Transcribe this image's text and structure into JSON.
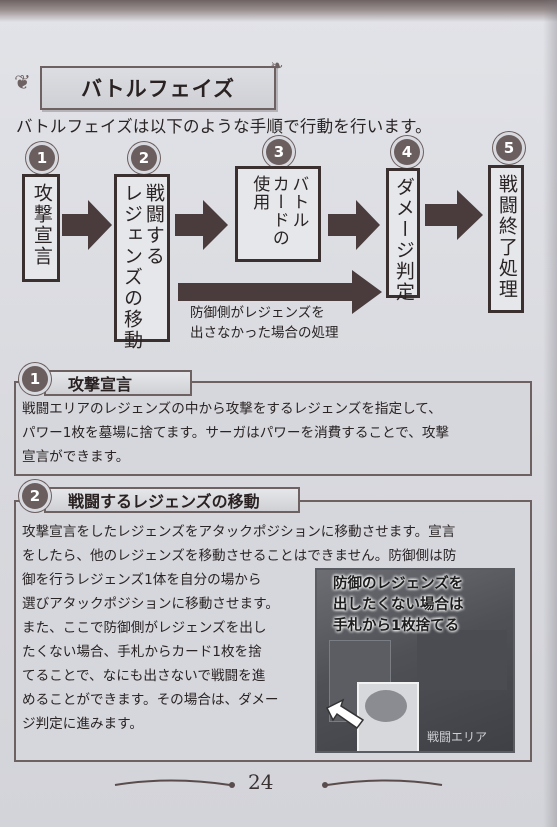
{
  "header": {
    "title": "バトルフェイズ"
  },
  "intro": "バトルフェイズは以下のような手順で行動を行います。",
  "flow": {
    "steps": [
      {
        "num": "1",
        "text": "攻撃宣言"
      },
      {
        "num": "2",
        "text": "戦闘する\nレジェンズの移動"
      },
      {
        "num": "3",
        "text": "バトル\nカードの\n使用"
      },
      {
        "num": "4",
        "text": "ダメージ判定"
      },
      {
        "num": "5",
        "text": "戦闘終了処理"
      }
    ],
    "skip_note": "防御側がレジェンズを\n出さなかった場合の処理"
  },
  "section1": {
    "num": "1",
    "title": "攻撃宣言",
    "lines": [
      "戦闘エリアのレジェンズの中から攻撃をするレジェンズを指定して、",
      "パワー1枚を墓場に捨てます。サーガはパワーを消費することで、攻撃",
      "宣言ができます。"
    ]
  },
  "section2": {
    "num": "2",
    "title": "戦闘するレジェンズの移動",
    "lines": [
      "攻撃宣言をしたレジェンズをアタックポジションに移動させます。宣言",
      "をしたら、他のレジェンズを移動させることはできません。防御側は防",
      "御を行うレジェンズ1体を自分の場から",
      "選びアタックポジションに移動させます。",
      "また、ここで防御側がレジェンズを出し",
      "たくない場合、手札からカード1枚を捨",
      "てることで、なにも出さないで戦闘を進",
      "めることができます。その場合は、ダメー",
      "ジ判定に進みます。"
    ],
    "photo_caption": [
      "防御のレジェンズを",
      "出したくない場合は",
      "手札から1枚捨てる"
    ],
    "photo_label": "戦闘エリア"
  },
  "footer": {
    "page_number": "24"
  },
  "colors": {
    "accent": "#6b5e5e",
    "box_border": "#3a3030",
    "arrow": "#4a3c3c"
  }
}
